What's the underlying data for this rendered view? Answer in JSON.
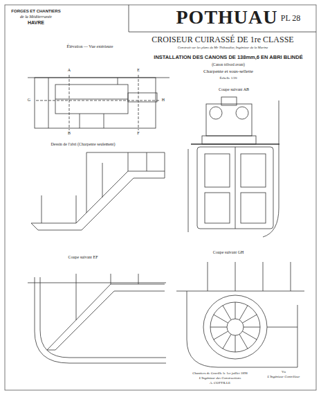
{
  "diagram": {
    "title": "POTHUAU",
    "labels": [
      "FORGES ET CHANTIERS",
      "de la Méditerranée",
      "HAVRE",
      "PL 28",
      "CROISEUR CUIRASSÉ DE 1re CLASSE",
      "Construit sur les plans de Mr Thibaudier, Ingénieur de la Marine",
      "INSTALLATION DES CANONS DE 138mm,6 EN ABRI BLINDÉ",
      "(Canon tribord avant)",
      "Charpente et sous-sellette",
      "Échelle 1/20",
      "Élévation — Vue extérieure",
      "Dessin de l'abri (Charpente seulement)",
      "Coupe suivant AB",
      "Coupe suivant EF",
      "Coupe suivant GH",
      "Chantiers de Graville le 1er juillet 1898",
      "L'Ingénieur des Constructions",
      "A. COTTILLE",
      "Vu",
      "L'Ingénieur Contrôleur",
      "A",
      "B",
      "E",
      "F",
      "G",
      "H"
    ]
  }
}
